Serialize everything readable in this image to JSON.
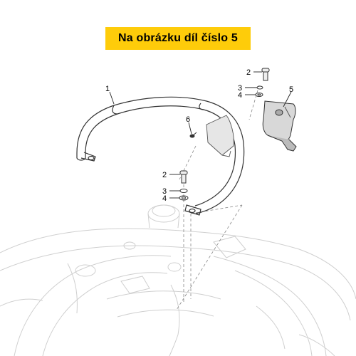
{
  "banner": {
    "text": "Na obrázku díl číslo 5"
  },
  "callouts": [
    {
      "number": "1"
    },
    {
      "number": "2"
    },
    {
      "number": "3"
    },
    {
      "number": "4"
    },
    {
      "number": "5"
    },
    {
      "number": "6"
    },
    {
      "number": "2"
    },
    {
      "number": "3"
    },
    {
      "number": "4"
    }
  ],
  "colors": {
    "banner": "#fecc0a",
    "part_stroke": "#333333",
    "ghost_stroke": "#c8c8c8"
  }
}
